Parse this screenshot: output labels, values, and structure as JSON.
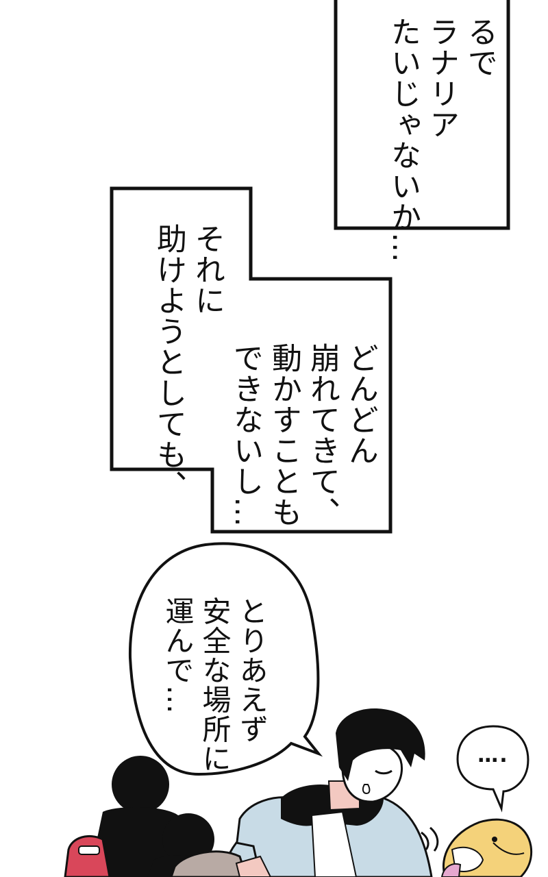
{
  "panel_top": {
    "lines": [
      "るで",
      "ラナリア",
      "たいじゃないか…"
    ]
  },
  "panel_middle": {
    "left_lines": [
      "それに",
      "助けようとしても、"
    ],
    "right_lines": [
      "どんどん",
      "崩れてきて、",
      "動かすことも",
      "できないし…"
    ]
  },
  "speech_bubble": {
    "lines": [
      "とりあえず",
      "安全な場所に",
      "運んで…"
    ]
  },
  "small_bubble": {
    "text": "…."
  },
  "colors": {
    "ink": "#111111",
    "background": "#ffffff",
    "hoodie": "#c8dbe6",
    "skin": "#f3c9c1",
    "creature": "#f4d27a",
    "backpack": "#d9475a"
  }
}
